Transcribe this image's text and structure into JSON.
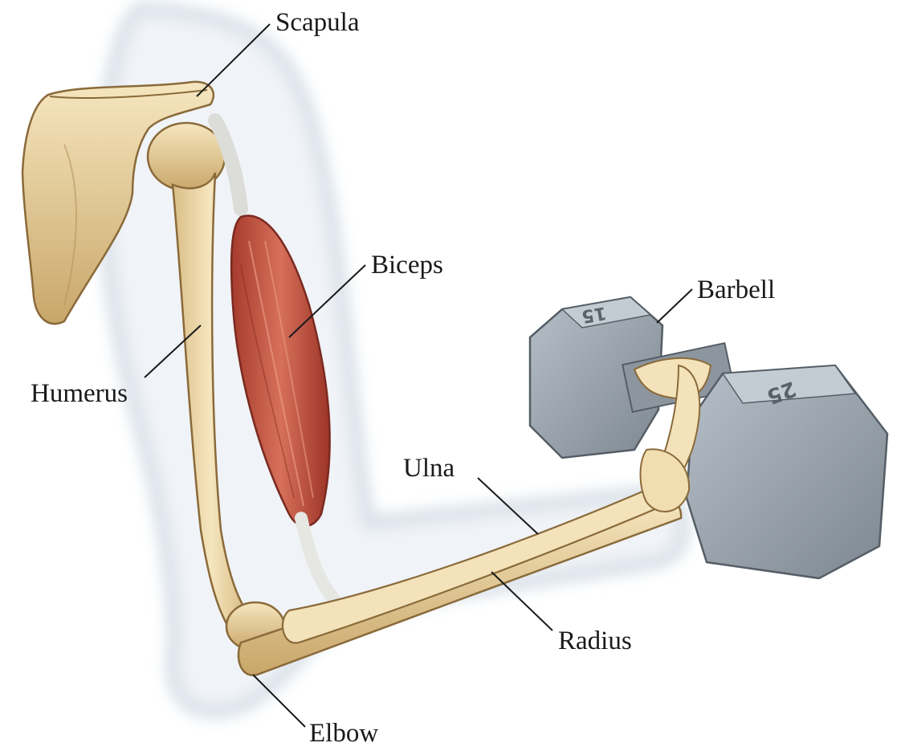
{
  "labels": {
    "scapula": "Scapula",
    "biceps": "Biceps",
    "barbell": "Barbell",
    "humerus": "Humerus",
    "ulna": "Ulna",
    "radius": "Radius",
    "elbow": "Elbow"
  },
  "dumbbell": {
    "weight_top": "15",
    "weight_front": "25"
  },
  "colors": {
    "bone": "#f0ddb0",
    "bone_shadow": "#c9a76a",
    "muscle": "#c0503e",
    "muscle_dark": "#8f2f24",
    "tendon": "#e9e9e6",
    "body_silhouette": "#dfe7ef",
    "dumbbell": "#9aa4ad",
    "dumbbell_dark": "#6f7982"
  }
}
